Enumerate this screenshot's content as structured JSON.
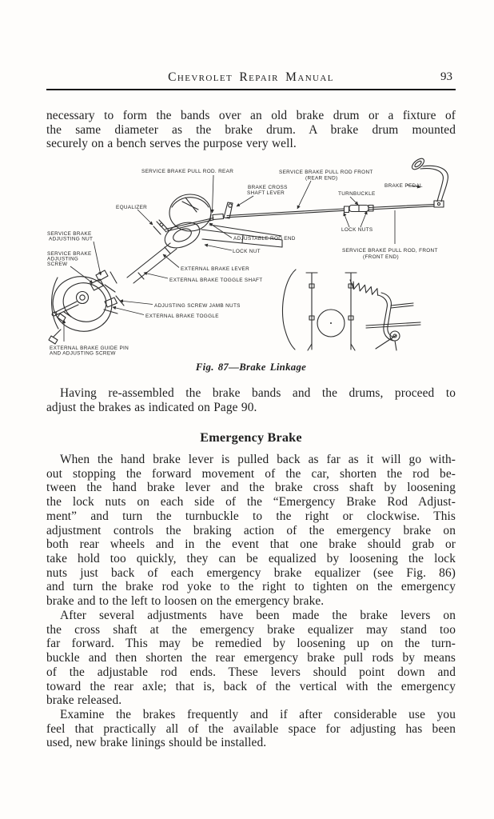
{
  "header": {
    "title": "Chevrolet Repair Manual",
    "page_number": "93"
  },
  "section_heading": "Emergency Brake",
  "paragraphs": {
    "intro": {
      "lines": [
        "necessary to form the bands over an old brake drum or a fixture of",
        "the same diameter as the brake drum. A brake drum mounted",
        "securely on a bench serves the purpose very well."
      ]
    },
    "having": {
      "lines": [
        "Having re-assembled the brake bands and the drums, proceed to",
        "adjust the brakes as indicated on Page 90."
      ]
    },
    "when": {
      "lines": [
        "When the hand brake lever is pulled back as far as it will go with-",
        "out stopping the forward movement of the car, shorten the rod be-",
        "tween the hand brake lever and the brake cross shaft by loosening",
        "the lock nuts on each side of the “Emergency Brake Rod Adjust-",
        "ment” and turn the turnbuckle to the right or clockwise.  This",
        "adjustment controls the braking action of the emergency brake on",
        "both rear wheels and in the event that one brake should grab or",
        "take hold too quickly, they can be equalized by loosening the lock",
        "nuts just back of each emergency brake equalizer (see Fig. 86)",
        "and turn the brake rod yoke to the right to tighten on the emergency",
        "brake and to the left to loosen on the emergency brake."
      ]
    },
    "after": {
      "lines": [
        "After several adjustments have been made the brake levers on",
        "the cross shaft at the emergency brake equalizer may stand too",
        "far forward.  This may be remedied by loosening up on the turn-",
        "buckle and then shorten the rear emergency brake pull rods by means",
        "of the adjustable rod ends.  These levers should point down and",
        "toward the rear axle; that is, back of the vertical with the emergency",
        "brake released."
      ]
    },
    "examine": {
      "lines": [
        "Examine the brakes frequently and if after considerable use you",
        "feel that practically all of the available space for adjusting has been",
        "used, new brake linings should be installed."
      ]
    }
  },
  "figure": {
    "caption": "Fig. 87—Brake Linkage",
    "labels": [
      "SERVICE BRAKE PULL ROD. REAR",
      "SERVICE BRAKE PULL ROD FRONT",
      "(REAR END)",
      "BRAKE PEDAL",
      "BRAKE CROSS",
      "SHAFT LEVER",
      "TURNBUCKLE",
      "EQUALIZER",
      "LOCK NUTS",
      "SERVICE BRAKE",
      "ADJUSTING NUT",
      "ADJUSTABLE ROD END",
      "SERVICE BRAKE",
      "ADJUSTING",
      "SCREW",
      "LOCK NUT",
      "SERVICE BRAKE PULL ROD, FRONT",
      "(FRONT END)",
      "EXTERNAL BRAKE LEVER",
      "EXTERNAL BRAKE TOGGLE SHAFT",
      "ADJUSTING SCREW JAMB NUTS",
      "EXTERNAL BRAKE TOGGLE",
      "EXTERNAL BRAKE GUIDE PIN",
      "AND ADJUSTING SCREW"
    ]
  }
}
